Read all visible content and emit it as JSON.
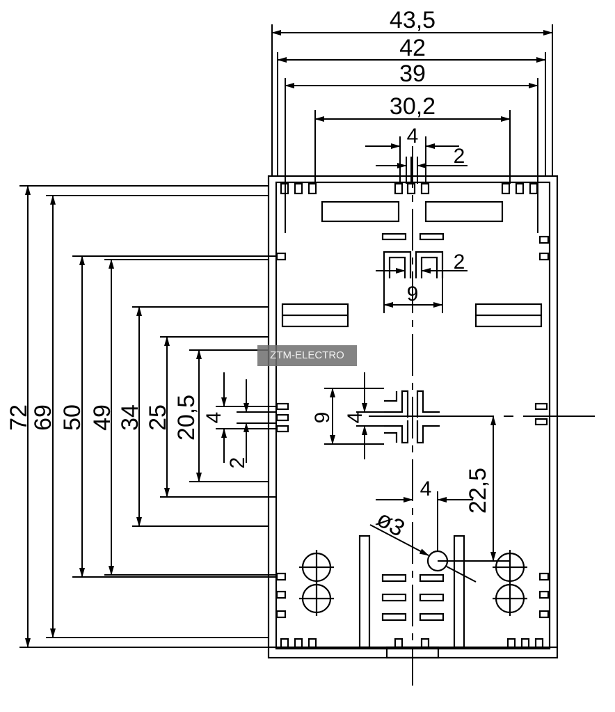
{
  "watermark": "ZTM-ELECTRO",
  "dimensions": {
    "width_overall": "43,5",
    "width_42": "42",
    "width_39": "39",
    "width_30_2": "30,2",
    "slot_4_top": "4",
    "slot_2_top": "2",
    "slot_2_mid": "2",
    "pitch_9_mid": "9",
    "height_72": "72",
    "height_69": "69",
    "height_50": "50",
    "height_49": "49",
    "height_34": "34",
    "height_25": "25",
    "height_20_5": "20,5",
    "slot_4_left": "4",
    "slot_2_left": "2",
    "pitch_9_center": "9",
    "slot_4_center": "4",
    "offset_22_5": "22,5",
    "offset_4_hole": "4",
    "hole_diameter": "ø3"
  }
}
